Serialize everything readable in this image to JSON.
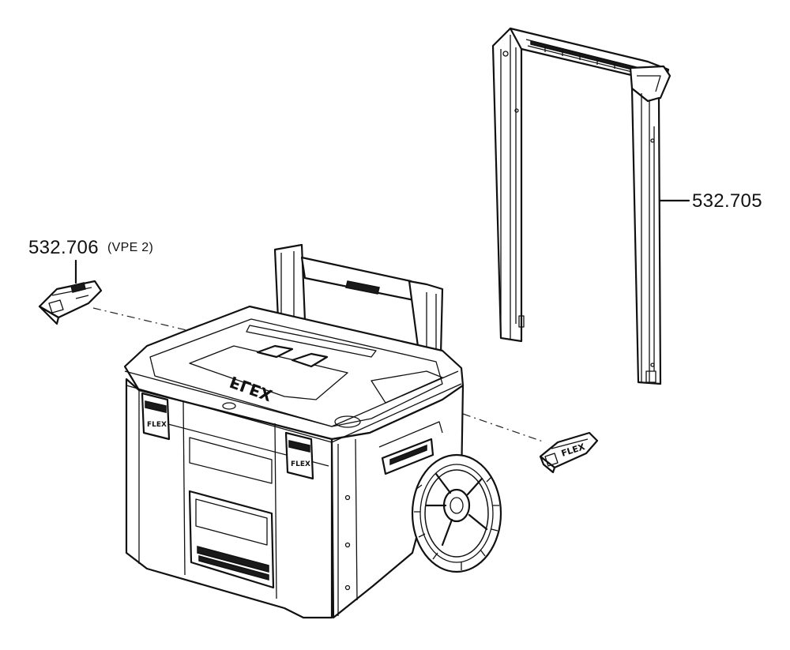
{
  "labels": {
    "part_706": "532.706",
    "part_706_note": "(VPE 2)",
    "part_705": "532.705"
  },
  "logo_text": "FLEX",
  "colors": {
    "line": "#111111",
    "background": "#ffffff"
  }
}
